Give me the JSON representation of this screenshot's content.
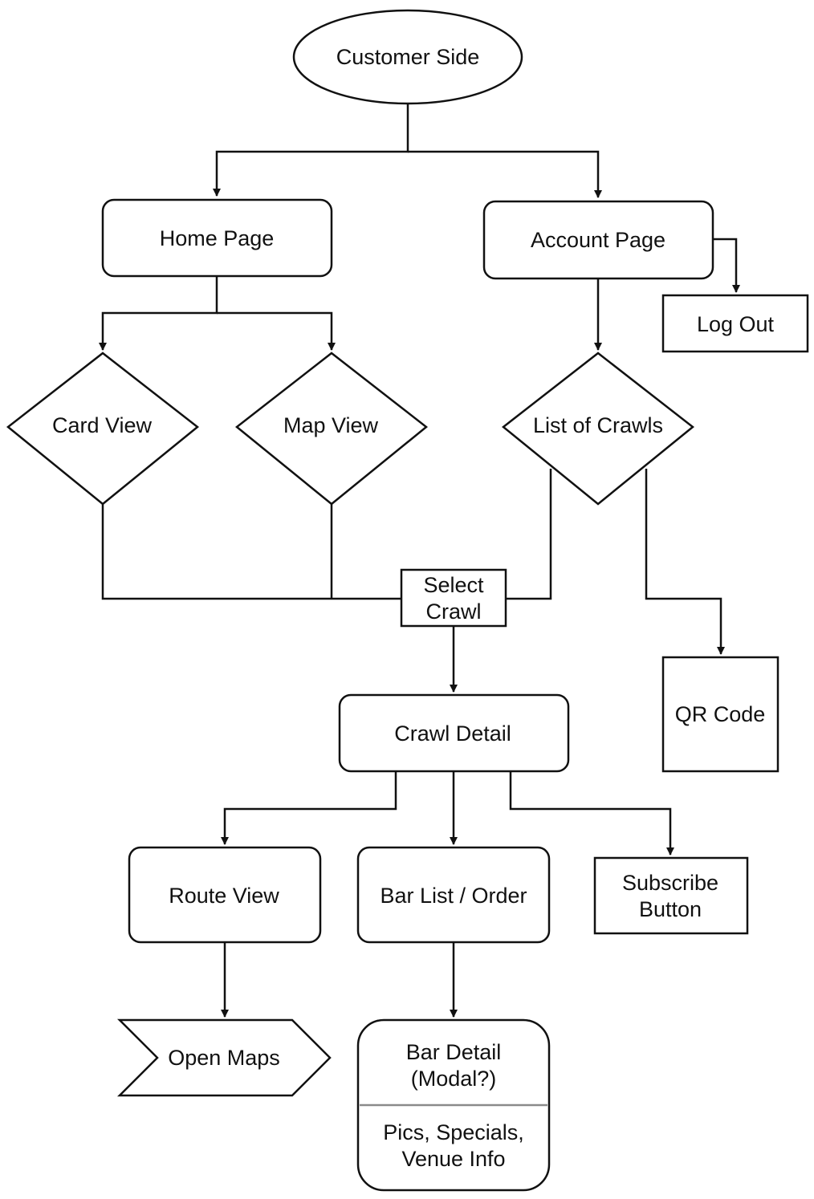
{
  "diagram": {
    "nodes": {
      "customer_side": "Customer Side",
      "home_page": "Home Page",
      "account_page": "Account Page",
      "log_out": "Log Out",
      "card_view": "Card View",
      "map_view": "Map View",
      "list_of_crawls": "List of Crawls",
      "select_crawl": [
        "Select",
        "Crawl"
      ],
      "qr_code": "QR Code",
      "crawl_detail": "Crawl Detail",
      "route_view": "Route View",
      "bar_list_order": "Bar List / Order",
      "subscribe_button": [
        "Subscribe",
        "Button"
      ],
      "open_maps": "Open Maps",
      "bar_detail": {
        "title": [
          "Bar Detail",
          "(Modal?)"
        ],
        "body": [
          "Pics, Specials,",
          "Venue Info"
        ]
      }
    },
    "edges": [
      {
        "from": "Customer Side",
        "to": "Home Page"
      },
      {
        "from": "Customer Side",
        "to": "Account Page"
      },
      {
        "from": "Account Page",
        "to": "Log Out"
      },
      {
        "from": "Home Page",
        "to": "Card View"
      },
      {
        "from": "Home Page",
        "to": "Map View"
      },
      {
        "from": "Account Page",
        "to": "List of Crawls"
      },
      {
        "from": "Card View",
        "to": "Select Crawl"
      },
      {
        "from": "Map View",
        "to": "Select Crawl"
      },
      {
        "from": "List of Crawls",
        "to": "Select Crawl"
      },
      {
        "from": "List of Crawls",
        "to": "QR Code"
      },
      {
        "from": "Select Crawl",
        "to": "Crawl Detail"
      },
      {
        "from": "Crawl Detail",
        "to": "Route View"
      },
      {
        "from": "Crawl Detail",
        "to": "Bar List / Order"
      },
      {
        "from": "Crawl Detail",
        "to": "Subscribe Button"
      },
      {
        "from": "Route View",
        "to": "Open Maps"
      },
      {
        "from": "Bar List / Order",
        "to": "Bar Detail"
      }
    ]
  }
}
